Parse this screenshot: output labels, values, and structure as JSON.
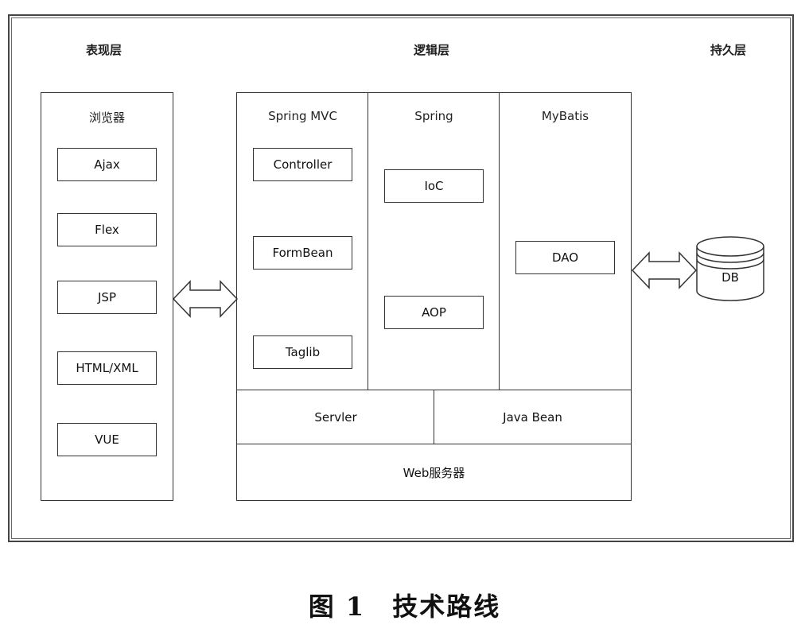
{
  "layers": {
    "presentation": "表现层",
    "logic": "逻辑层",
    "persistence": "持久层"
  },
  "browser": {
    "title": "浏览器",
    "items": [
      "Ajax",
      "Flex",
      "JSP",
      "HTML/XML",
      "VUE"
    ]
  },
  "spring_mvc": {
    "title": "Spring MVC",
    "items": [
      "Controller",
      "FormBean",
      "Taglib"
    ]
  },
  "spring": {
    "title": "Spring",
    "items": [
      "IoC",
      "AOP"
    ]
  },
  "mybatis": {
    "title": "MyBatis",
    "items": [
      "DAO"
    ]
  },
  "bottom": {
    "servlet": "Servler",
    "java_bean": "Java Bean",
    "web_server": "Web服务器"
  },
  "db": {
    "label": "DB"
  },
  "caption": "图 1　技术路线"
}
